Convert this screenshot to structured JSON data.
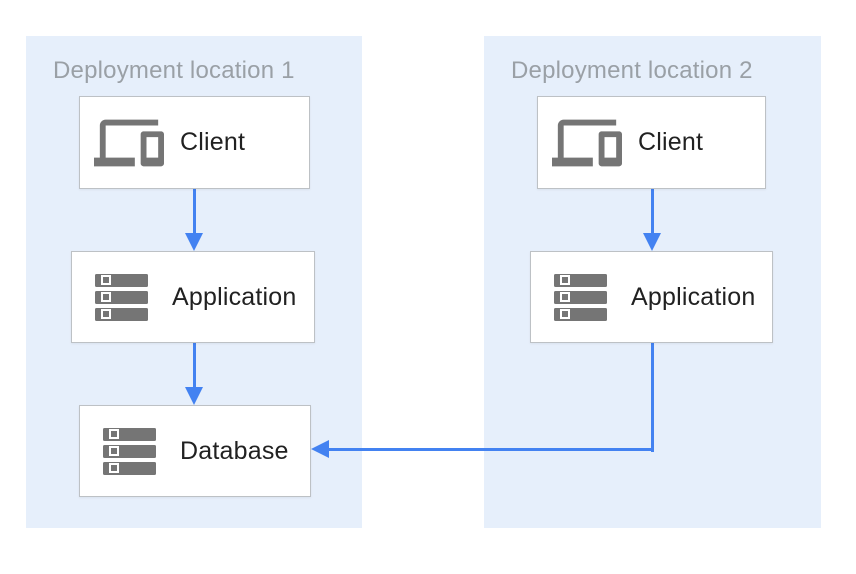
{
  "colors": {
    "accent": "#4382F1",
    "zone_bg": "#E6EFFB",
    "box_bg": "#FFFFFF",
    "box_border": "#BDC1C5",
    "icon_gray": "#757575",
    "node_text": "#212121",
    "zone_label": "#9AA0A6",
    "page_bg": "#FFFFFF"
  },
  "diagram": {
    "zones": [
      {
        "label": "Deployment location 1",
        "nodes": [
          {
            "label": "Client",
            "icon": "devices-icon"
          },
          {
            "label": "Application",
            "icon": "server-stack-icon"
          },
          {
            "label": "Database",
            "icon": "server-stack-icon"
          }
        ]
      },
      {
        "label": "Deployment location 2",
        "nodes": [
          {
            "label": "Client",
            "icon": "devices-icon"
          },
          {
            "label": "Application",
            "icon": "server-stack-icon"
          }
        ]
      }
    ],
    "edges": [
      {
        "from": "client-1",
        "to": "application-1",
        "type": "arrow-down"
      },
      {
        "from": "application-1",
        "to": "database-1",
        "type": "arrow-down"
      },
      {
        "from": "client-2",
        "to": "application-2",
        "type": "arrow-down"
      },
      {
        "from": "application-2",
        "to": "database-1",
        "type": "elbow-arrow-left"
      }
    ]
  }
}
